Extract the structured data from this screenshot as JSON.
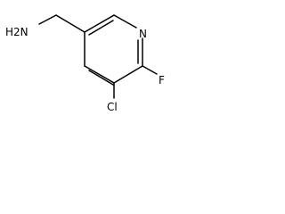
{
  "molecule": {
    "atoms": {
      "amine": "H2N",
      "ring_nitrogen": "N",
      "fluorine": "F",
      "chlorine": "Cl"
    }
  }
}
